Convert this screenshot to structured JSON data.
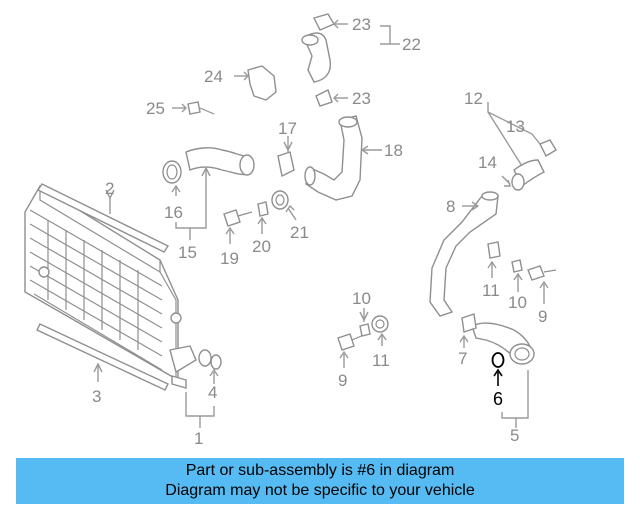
{
  "callouts": {
    "c1": "1",
    "c2": "2",
    "c3": "3",
    "c4": "4",
    "c5": "5",
    "c6": "6",
    "c7": "7",
    "c8": "8",
    "c9a": "9",
    "c9b": "9",
    "c10a": "10",
    "c10b": "10",
    "c11a": "11",
    "c11b": "11",
    "c12": "12",
    "c13": "13",
    "c14": "14",
    "c15": "15",
    "c16": "16",
    "c17": "17",
    "c18": "18",
    "c19": "19",
    "c20": "20",
    "c21": "21",
    "c22": "22",
    "c23a": "23",
    "c23b": "23",
    "c24": "24",
    "c25": "25"
  },
  "highlight_part": "6",
  "colors": {
    "banner": "#55bbf2",
    "part_lines": "#8f8f8f",
    "highlight": "#000000"
  },
  "banner": {
    "line1": "Part or sub-assembly is #6 in diagram",
    "line2": "Diagram may not be specific to your vehicle"
  }
}
